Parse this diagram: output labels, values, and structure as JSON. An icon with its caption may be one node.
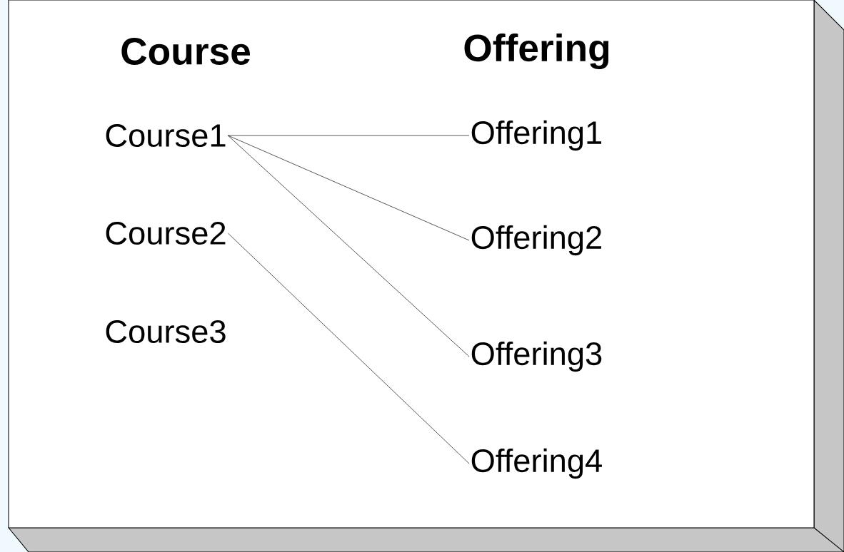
{
  "diagram": {
    "nodes": [
      {
        "text": [
          "Course1"
        ]
      },
      {
        "text": [
          "Course2"
        ]
      },
      {
        "text": [
          "Course3"
        ]
      },
      {
        "text": [
          "Offering1"
        ]
      },
      {
        "text": [
          "Offering2"
        ]
      },
      {
        "text": [
          "Offering3"
        ]
      },
      {
        "text": [
          "Offering4"
        ]
      }
    ],
    "edges": [
      {
        "from": 0,
        "to": 3,
        "arrow": "none"
      },
      {
        "from": 0,
        "to": 4,
        "arrow": "none"
      },
      {
        "from": 0,
        "to": 5,
        "arrow": "none"
      },
      {
        "from": 1,
        "to": 6,
        "arrow": "none"
      }
    ],
    "labels": [
      "Course",
      "Offering"
    ]
  }
}
